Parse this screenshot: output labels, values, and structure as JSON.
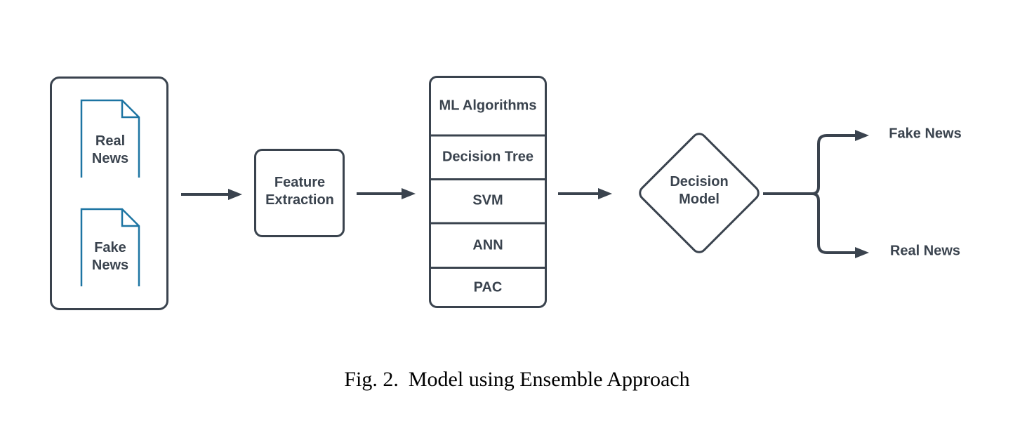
{
  "diagram": {
    "input_documents": {
      "real_news": "Real News",
      "fake_news": "Fake News"
    },
    "feature_extraction": "Feature Extraction",
    "ml_stack": {
      "header": "ML Algorithms",
      "rows": [
        "Decision Tree",
        "SVM",
        "ANN",
        "PAC"
      ]
    },
    "decision_model": "Decision Model",
    "outputs": {
      "fake_news": "Fake News",
      "real_news": "Real News"
    }
  },
  "caption": {
    "label": "Fig. 2.",
    "title": "Model using Ensemble Approach"
  },
  "colors": {
    "stroke-color": "#3a434e",
    "text-color": "#3a434e",
    "doc-color": "#1c74a2"
  }
}
